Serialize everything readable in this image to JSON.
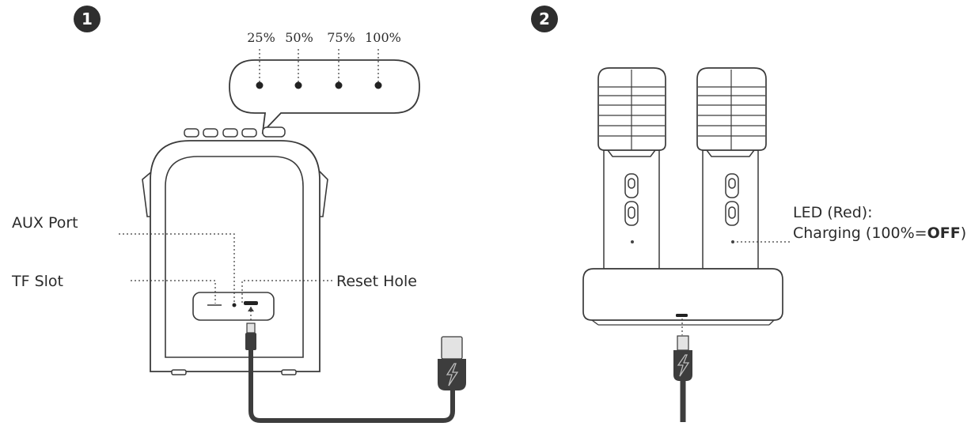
{
  "steps": {
    "step1_number": "1",
    "step2_number": "2"
  },
  "battery": {
    "levels": [
      "25%",
      "50%",
      "75%",
      "100%"
    ]
  },
  "speaker": {
    "aux_label": "AUX Port",
    "tf_label": "TF Slot",
    "reset_label": "Reset Hole"
  },
  "microphones": {
    "led_line1": "LED (Red):",
    "led_line2_prefix": "Charging (100%=",
    "led_line2_bold": "OFF",
    "led_line2_suffix": ")"
  },
  "colors": {
    "stroke": "#3a3a3a",
    "badge": "#2e2e2e",
    "plug": "#3d3d3d",
    "plug_light": "#e3e3e3",
    "bolt_icon": "#bcbcbc"
  },
  "icons": {
    "charge": "lightning-bolt-icon"
  }
}
